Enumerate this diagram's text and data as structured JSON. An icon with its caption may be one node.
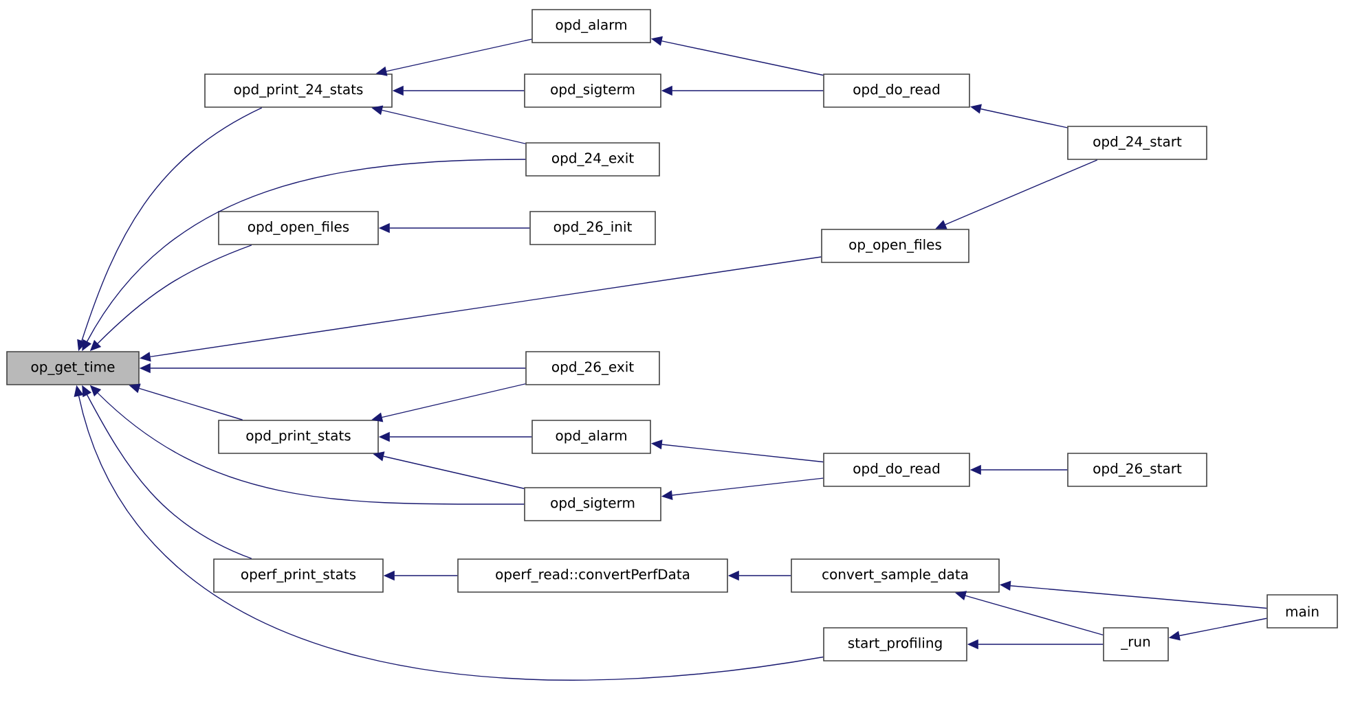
{
  "diagram": {
    "nodes": [
      {
        "text": [
          "op_get_time"
        ]
      },
      {
        "text": [
          "opd_print_24_stats"
        ]
      },
      {
        "text": [
          "opd_alarm"
        ]
      },
      {
        "text": [
          "opd_sigterm"
        ]
      },
      {
        "text": [
          "opd_24_exit"
        ]
      },
      {
        "text": [
          "opd_do_read"
        ]
      },
      {
        "text": [
          "opd_24_start"
        ]
      },
      {
        "text": [
          "opd_open_files"
        ]
      },
      {
        "text": [
          "opd_26_init"
        ]
      },
      {
        "text": [
          "op_open_files"
        ]
      },
      {
        "text": [
          "opd_26_exit"
        ]
      },
      {
        "text": [
          "opd_print_stats"
        ]
      },
      {
        "text": [
          "opd_alarm"
        ]
      },
      {
        "text": [
          "opd_sigterm"
        ]
      },
      {
        "text": [
          "opd_do_read"
        ]
      },
      {
        "text": [
          "opd_26_start"
        ]
      },
      {
        "text": [
          "operf_print_stats"
        ]
      },
      {
        "text": [
          "operf_read::convertPerfData"
        ]
      },
      {
        "text": [
          "convert_sample_data"
        ]
      },
      {
        "text": [
          "main"
        ]
      },
      {
        "text": [
          "start_profiling"
        ]
      },
      {
        "text": [
          "_run"
        ]
      }
    ],
    "edges": [
      {
        "from": 1,
        "to": 0,
        "arrow": "to"
      },
      {
        "from": 4,
        "to": 0,
        "arrow": "to"
      },
      {
        "from": 7,
        "to": 0,
        "arrow": "to"
      },
      {
        "from": 9,
        "to": 0,
        "arrow": "to"
      },
      {
        "from": 10,
        "to": 0,
        "arrow": "to"
      },
      {
        "from": 11,
        "to": 0,
        "arrow": "to"
      },
      {
        "from": 13,
        "to": 0,
        "arrow": "to"
      },
      {
        "from": 16,
        "to": 0,
        "arrow": "to"
      },
      {
        "from": 20,
        "to": 0,
        "arrow": "to"
      },
      {
        "from": 2,
        "to": 1,
        "arrow": "to"
      },
      {
        "from": 3,
        "to": 1,
        "arrow": "to"
      },
      {
        "from": 4,
        "to": 1,
        "arrow": "to"
      },
      {
        "from": 5,
        "to": 2,
        "arrow": "to"
      },
      {
        "from": 5,
        "to": 3,
        "arrow": "to"
      },
      {
        "from": 6,
        "to": 5,
        "arrow": "to"
      },
      {
        "from": 8,
        "to": 7,
        "arrow": "to"
      },
      {
        "from": 6,
        "to": 9,
        "arrow": "to"
      },
      {
        "from": 10,
        "to": 11,
        "arrow": "to"
      },
      {
        "from": 12,
        "to": 11,
        "arrow": "to"
      },
      {
        "from": 13,
        "to": 11,
        "arrow": "to"
      },
      {
        "from": 14,
        "to": 12,
        "arrow": "to"
      },
      {
        "from": 14,
        "to": 13,
        "arrow": "to"
      },
      {
        "from": 15,
        "to": 14,
        "arrow": "to"
      },
      {
        "from": 17,
        "to": 16,
        "arrow": "to"
      },
      {
        "from": 18,
        "to": 17,
        "arrow": "to"
      },
      {
        "from": 19,
        "to": 18,
        "arrow": "to"
      },
      {
        "from": 21,
        "to": 18,
        "arrow": "to"
      },
      {
        "from": 21,
        "to": 20,
        "arrow": "to"
      },
      {
        "from": 19,
        "to": 21,
        "arrow": "to"
      }
    ]
  }
}
